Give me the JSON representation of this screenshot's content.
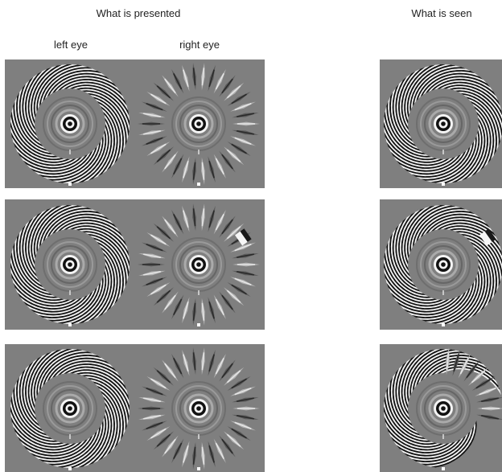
{
  "headings": {
    "presented": "What is presented",
    "seen": "What is seen"
  },
  "eye_labels": {
    "left": "left eye",
    "right": "right eye"
  },
  "colors": {
    "panel_gray": "#7f7f7f",
    "stripe_dark": "#111111",
    "stripe_light": "#f2f2f2"
  },
  "rows": [
    {
      "left_eye": "spiral-grating",
      "right_eye": "radial-grating",
      "seen": "spiral-grating"
    },
    {
      "left_eye": "spiral-grating",
      "right_eye": "radial-grating",
      "seen": "spiral-grating"
    },
    {
      "left_eye": "spiral-grating",
      "right_eye": "radial-grating",
      "seen": "spiral-radial-mixture"
    }
  ]
}
